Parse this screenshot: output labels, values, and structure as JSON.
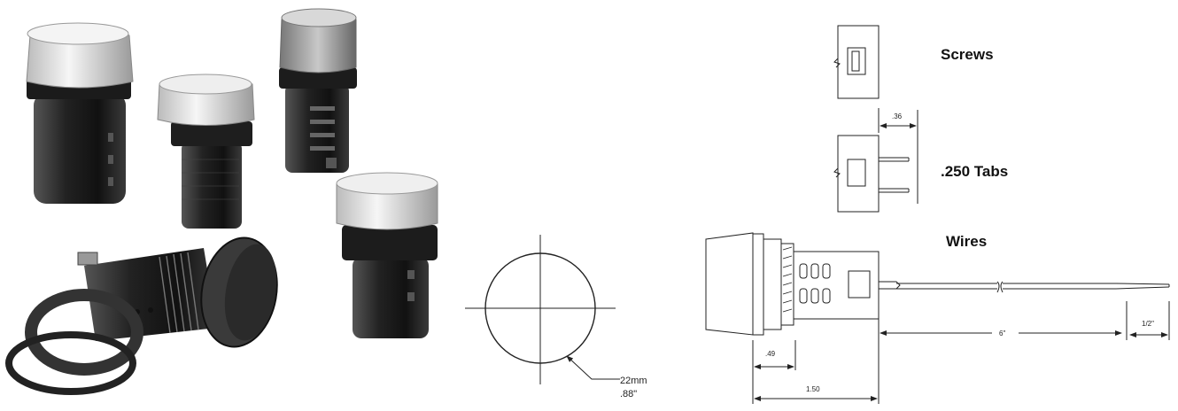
{
  "labels": {
    "screws": "Screws",
    "tabs": ".250 Tabs",
    "wires": "Wires"
  },
  "cutout": {
    "size_mm": "22mm",
    "size_in": ".88\""
  },
  "dimensions": {
    "tab_length": ".36",
    "wire_length": "6\"",
    "strip_length": "1/2\"",
    "nut_offset": ".49",
    "body_length": "1.50"
  },
  "colors": {
    "line": "#222222",
    "body_dark": "#2a2a2a",
    "lens_light": "#e8e8e8"
  }
}
